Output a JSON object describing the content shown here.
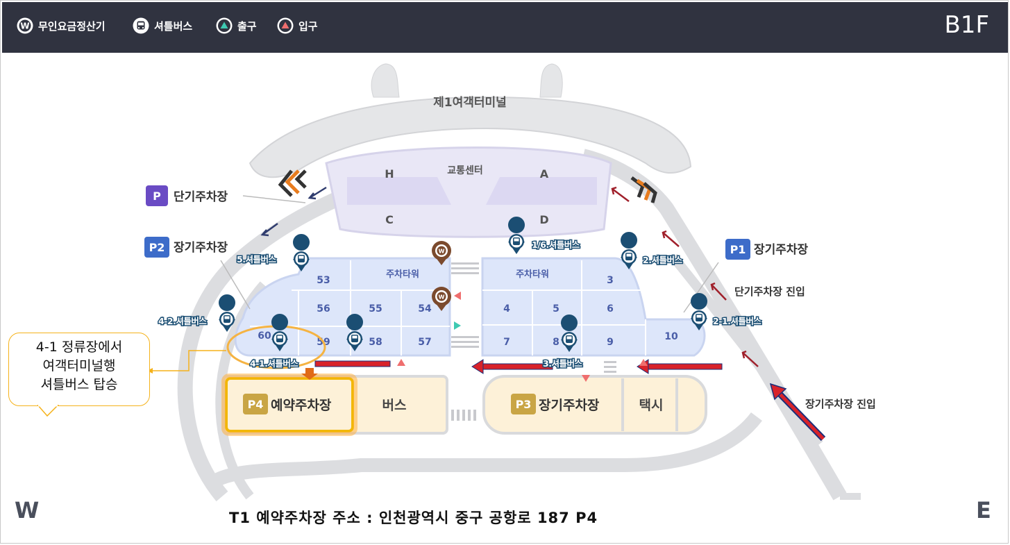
{
  "header": {
    "legend": [
      {
        "icon": "won-coin-icon",
        "label": "무인요금정산기"
      },
      {
        "icon": "bus-icon",
        "label": "셔틀버스"
      },
      {
        "icon": "exit-triangle-icon",
        "label": "출구"
      },
      {
        "icon": "entrance-triangle-icon",
        "label": "입구"
      }
    ],
    "level": "B1F"
  },
  "map": {
    "terminal": "제1여객터미널",
    "transport_center": "교통센터",
    "zones": [
      "H",
      "A",
      "C",
      "D"
    ],
    "parking_labels": {
      "short_term": {
        "badge": "P",
        "text": "단기주차장"
      },
      "p2": {
        "badge": "P2",
        "text": "장기주차장"
      },
      "p1": {
        "badge": "P1",
        "text": "장기주차장"
      },
      "p4": {
        "badge": "P4",
        "text": "예약주차장"
      },
      "p3": {
        "badge": "P3",
        "text": "장기주차장"
      }
    },
    "bus": "버스",
    "taxi": "택시",
    "parking_tower_left": "주차타워",
    "parking_tower_right": "주차타워",
    "blocks_left": [
      "53",
      "56",
      "55",
      "54",
      "60",
      "59",
      "58",
      "57"
    ],
    "blocks_right": [
      "3",
      "4",
      "5",
      "6",
      "7",
      "8",
      "9",
      "10"
    ],
    "shuttle_stops": {
      "s16": "1/6.셔틀버스",
      "s5": "5.셔틀버스",
      "s2": "2.셔틀버스",
      "s42": "4-2.셔틀버스",
      "s21": "2-1.셔틀버스",
      "s41": "4-1.셔틀버스",
      "s3": "3.셔틀버스"
    },
    "entry_short": "단기주차장 진입",
    "entry_long": "장기주차장 진입"
  },
  "callout": "4-1 정류장에서\n여객터미널행\n셔틀버스 탑승",
  "compass": {
    "west": "W",
    "east": "E"
  },
  "address": "T1 예약주차장 주소 : 인천광역시 중구 공항로 187 P4",
  "colors": {
    "header_bg": "#303340",
    "road": "#dcdde0",
    "block": "#dde6fa",
    "block_text": "#4a5ea8",
    "shuttle_marker": "#1b4e73",
    "parking_badge_purple": "#6a4bc4",
    "parking_badge_blue": "#3d6cc9",
    "parking_badge_gold": "#c9a545",
    "highlight": "#f2b705",
    "arrow_red": "#d8222a"
  }
}
